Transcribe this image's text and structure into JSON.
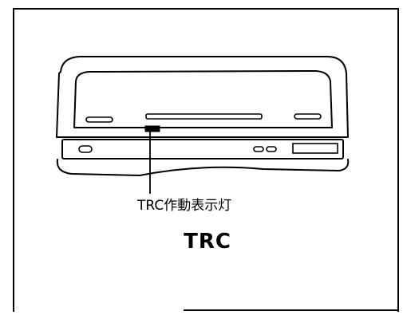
{
  "figure": {
    "indicator_label": "TRC作動表示灯",
    "title": "TRC"
  },
  "icons": {
    "indicator_lamp": "indicator-lamp-icon",
    "instrument_panel": "instrument-panel-illustration"
  }
}
